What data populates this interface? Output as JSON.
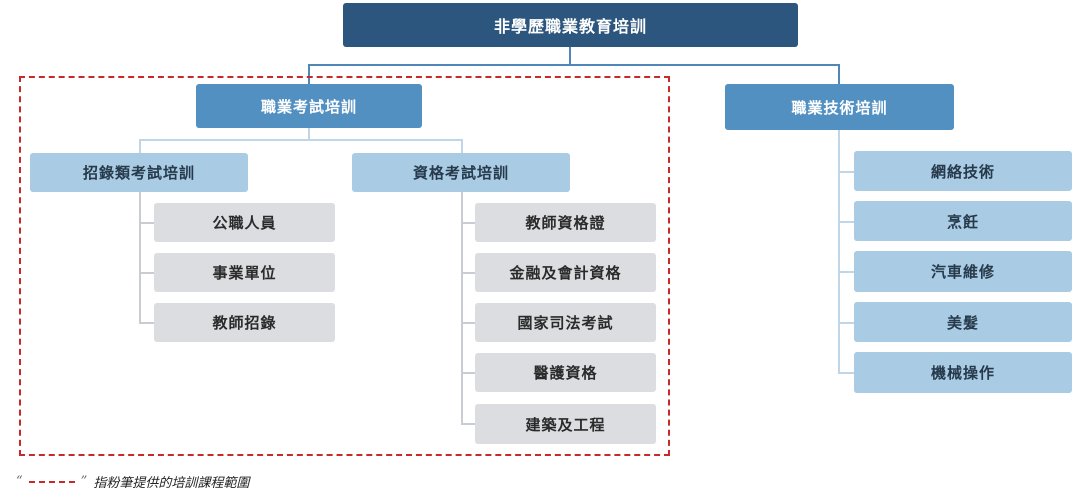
{
  "root": {
    "label": "非學歷職業教育培訓"
  },
  "branches": {
    "exam_training": {
      "label": "職業考試培訓",
      "recruitment": {
        "label": "招錄類考試培訓",
        "items": [
          "公職人員",
          "事業單位",
          "教師招錄"
        ]
      },
      "qualification": {
        "label": "資格考試培訓",
        "items": [
          "教師資格證",
          "金融及會計資格",
          "國家司法考試",
          "醫護資格",
          "建築及工程"
        ]
      }
    },
    "skills_training": {
      "label": "職業技術培訓",
      "items": [
        "網絡技術",
        "烹飪",
        "汽車維修",
        "美髮",
        "機械操作"
      ]
    }
  },
  "legend": {
    "open_quote": "“",
    "close_quote": "”",
    "text": "指粉筆提供的培訓課程範圍"
  },
  "colors": {
    "root": "#2d567e",
    "level1": "#5290c2",
    "level2": "#a9cbe3",
    "leaf_gray": "#dcdde1",
    "dashed_border": "#c62a2a"
  }
}
